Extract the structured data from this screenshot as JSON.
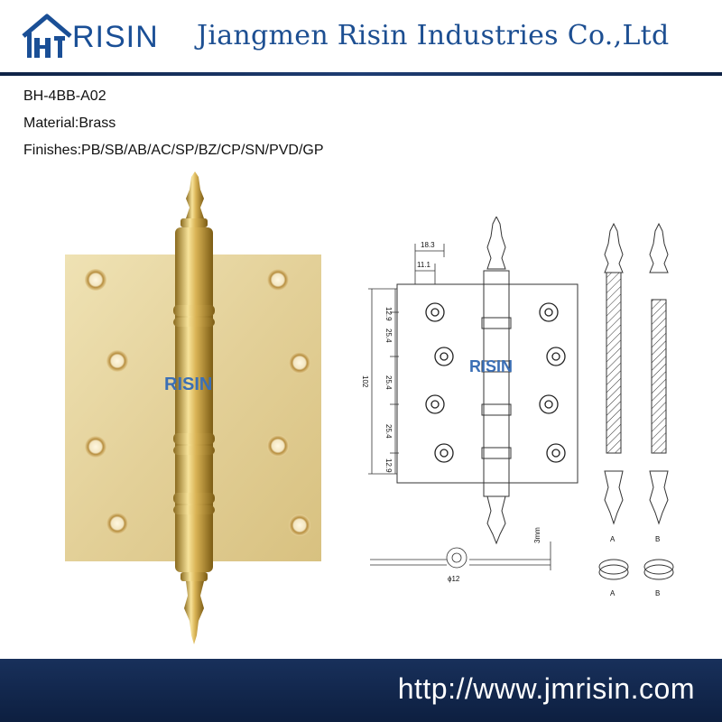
{
  "header": {
    "logo_text": "RISIN",
    "company": "Jiangmen Risin Industries Co.,Ltd"
  },
  "spec": {
    "model": "BH-4BB-A02",
    "material": "Material:Brass",
    "finishes": "Finishes:PB/SB/AB/AC/SP/BZ/CP/SN/PVD/GP"
  },
  "watermark": {
    "text": "RISIN"
  },
  "drawing": {
    "dims": {
      "d1": "18.3",
      "d2": "11.1",
      "d3": "12.9",
      "d4": "25.4",
      "d5": "25.4",
      "d6": "25.4",
      "d7": "12.9",
      "height": "102",
      "thick": "3mm",
      "pin": "ϕ12"
    },
    "variant_a": "A",
    "variant_b": "B",
    "cap_a": "A",
    "cap_b": "B"
  },
  "footer": {
    "url": "http://www.jmrisin.com"
  },
  "colors": {
    "brand_blue": "#1a4f96",
    "footer_navy": "#12284f",
    "brass": "#e2cf95"
  }
}
